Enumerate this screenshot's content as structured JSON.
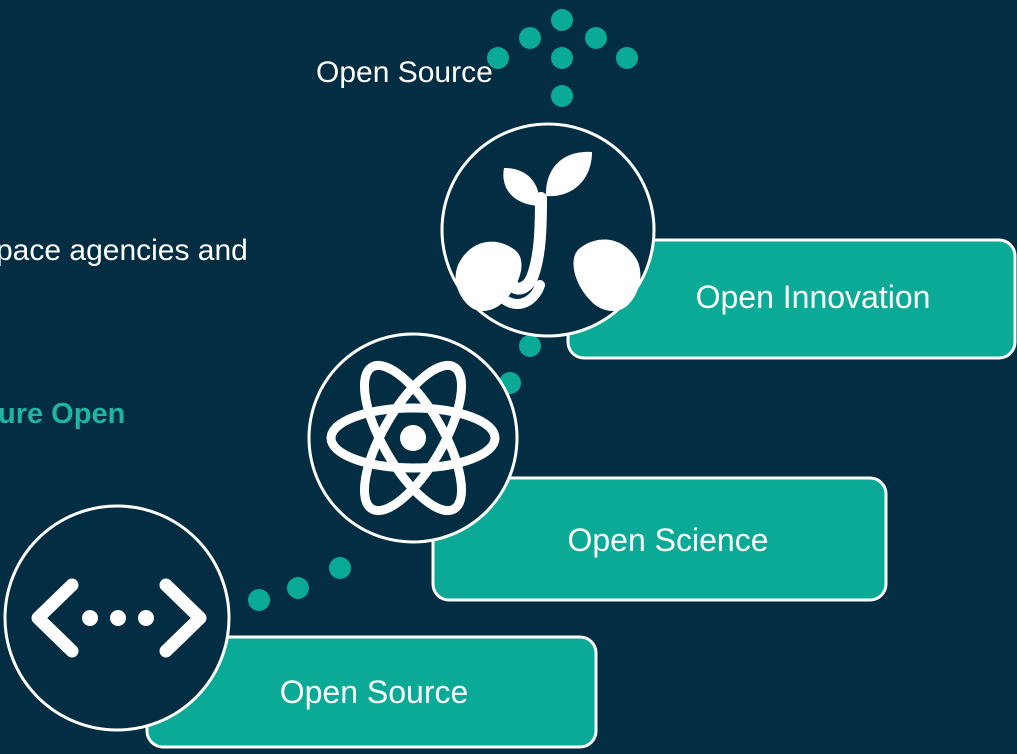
{
  "text": {
    "line1": "Open Source",
    "line2": "pace agencies and",
    "line3": "ure Open"
  },
  "stages": [
    {
      "label": "Open Source",
      "icon": "code-ellipsis-icon"
    },
    {
      "label": "Open Science",
      "icon": "atom-icon"
    },
    {
      "label": "Open Innovation",
      "icon": "sprout-icon"
    }
  ],
  "colors": {
    "background": "#022d42",
    "accent": "#0aaa96",
    "highlight_text": "#1fb5a0",
    "white": "#ffffff"
  }
}
